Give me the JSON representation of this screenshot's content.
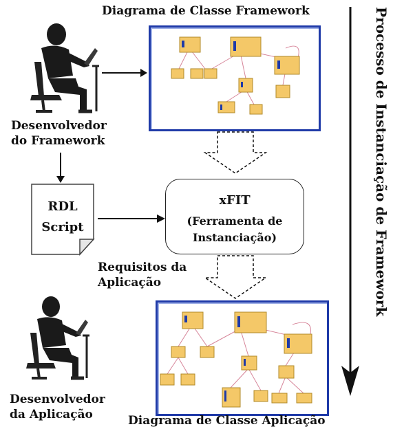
{
  "titles": {
    "framework_diagram": "Diagrama de Classe Framework",
    "application_diagram": "Diagrama de Classe Aplicação",
    "process": "Processo de Instanciação de Framework"
  },
  "actors": {
    "framework_developer": [
      "Desenvolvedor",
      "do Framework"
    ],
    "application_developer": [
      "Desenvolvedor",
      "da Aplicação"
    ]
  },
  "rdl_script": [
    "RDL",
    "Script"
  ],
  "xfit": {
    "name": "xFIT",
    "description": [
      "(Ferramenta de",
      "Instanciação)"
    ]
  },
  "requirements": [
    "Requisitos da",
    "Aplicação"
  ],
  "colors": {
    "diagram_border": "#1f3aa8",
    "class_fill": "#f4c868",
    "class_stroke": "#b08a2a",
    "relation_line": "#d7869a"
  }
}
